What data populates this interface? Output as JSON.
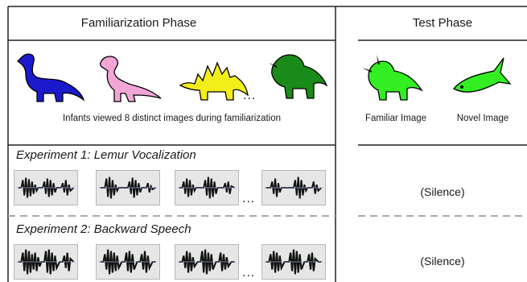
{
  "headers": {
    "familiarization": "Familiarization Phase",
    "test": "Test Phase"
  },
  "familiarization": {
    "images": [
      {
        "icon": "blue-sauropod-icon",
        "color": "#1a1acc"
      },
      {
        "icon": "pink-trex-icon",
        "color": "#f2a6d6"
      },
      {
        "icon": "yellow-stegosaurus-icon",
        "color": "#f2ee1a"
      },
      {
        "icon": "green-ceratopsian-icon",
        "color": "#1a8a1a"
      }
    ],
    "ellipsis": "...",
    "caption": "Infants viewed 8 distinct images during familiarization"
  },
  "test": {
    "familiar_label": "Familiar Image",
    "novel_label": "Novel Image",
    "familiar_icon": "green-triceratops-icon",
    "novel_icon": "green-fish-icon",
    "color": "#33ee22"
  },
  "experiments": [
    {
      "title": "Experiment 1: Lemur Vocalization",
      "test_label": "(Silence)",
      "ellipsis": "..."
    },
    {
      "title": "Experiment 2: Backward Speech",
      "test_label": "(Silence)",
      "ellipsis": "..."
    }
  ]
}
